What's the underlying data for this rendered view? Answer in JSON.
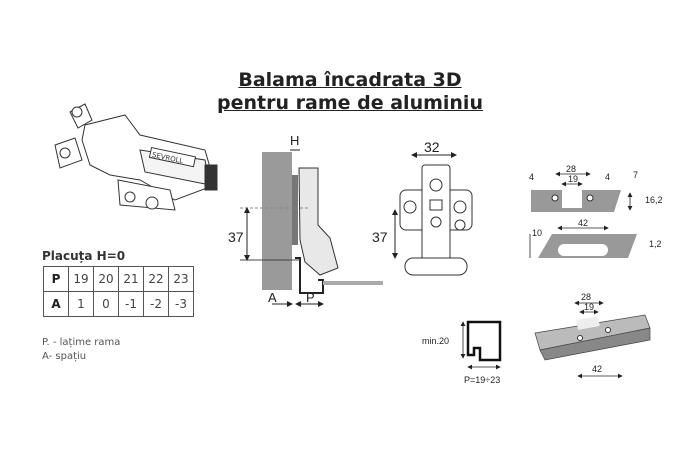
{
  "title": {
    "line1": "Balama încadrata 3D",
    "line2": "pentru rame de aluminiu"
  },
  "product_image": {
    "brand_logo": "SEVROLL"
  },
  "table": {
    "caption": "Placuța H=0",
    "rows": [
      {
        "header": "P",
        "values": [
          "19",
          "20",
          "21",
          "22",
          "23"
        ]
      },
      {
        "header": "A",
        "values": [
          "1",
          "0",
          "-1",
          "-2",
          "-3"
        ]
      }
    ]
  },
  "legend": {
    "p_note": "P. - lațime rama",
    "a_note": "A- spațiu"
  },
  "side_view": {
    "h_label": "H",
    "height_label": "37",
    "a_label": "A",
    "p_label": "P"
  },
  "front_view": {
    "width_label": "32",
    "height_label": "37"
  },
  "plate_top": {
    "dim_28": "28",
    "dim_19": "19",
    "dim_4_left": "4",
    "dim_4_right": "4",
    "dim_7": "7",
    "dim_16_2": "16,2"
  },
  "plate_side": {
    "dim_10": "10",
    "dim_42": "42",
    "dim_1_2": "1,2"
  },
  "profile_section": {
    "min_label": "min.20",
    "p_label": "P=19÷23"
  },
  "profile_3d": {
    "dim_28": "28",
    "dim_19": "19",
    "dim_42": "42"
  }
}
